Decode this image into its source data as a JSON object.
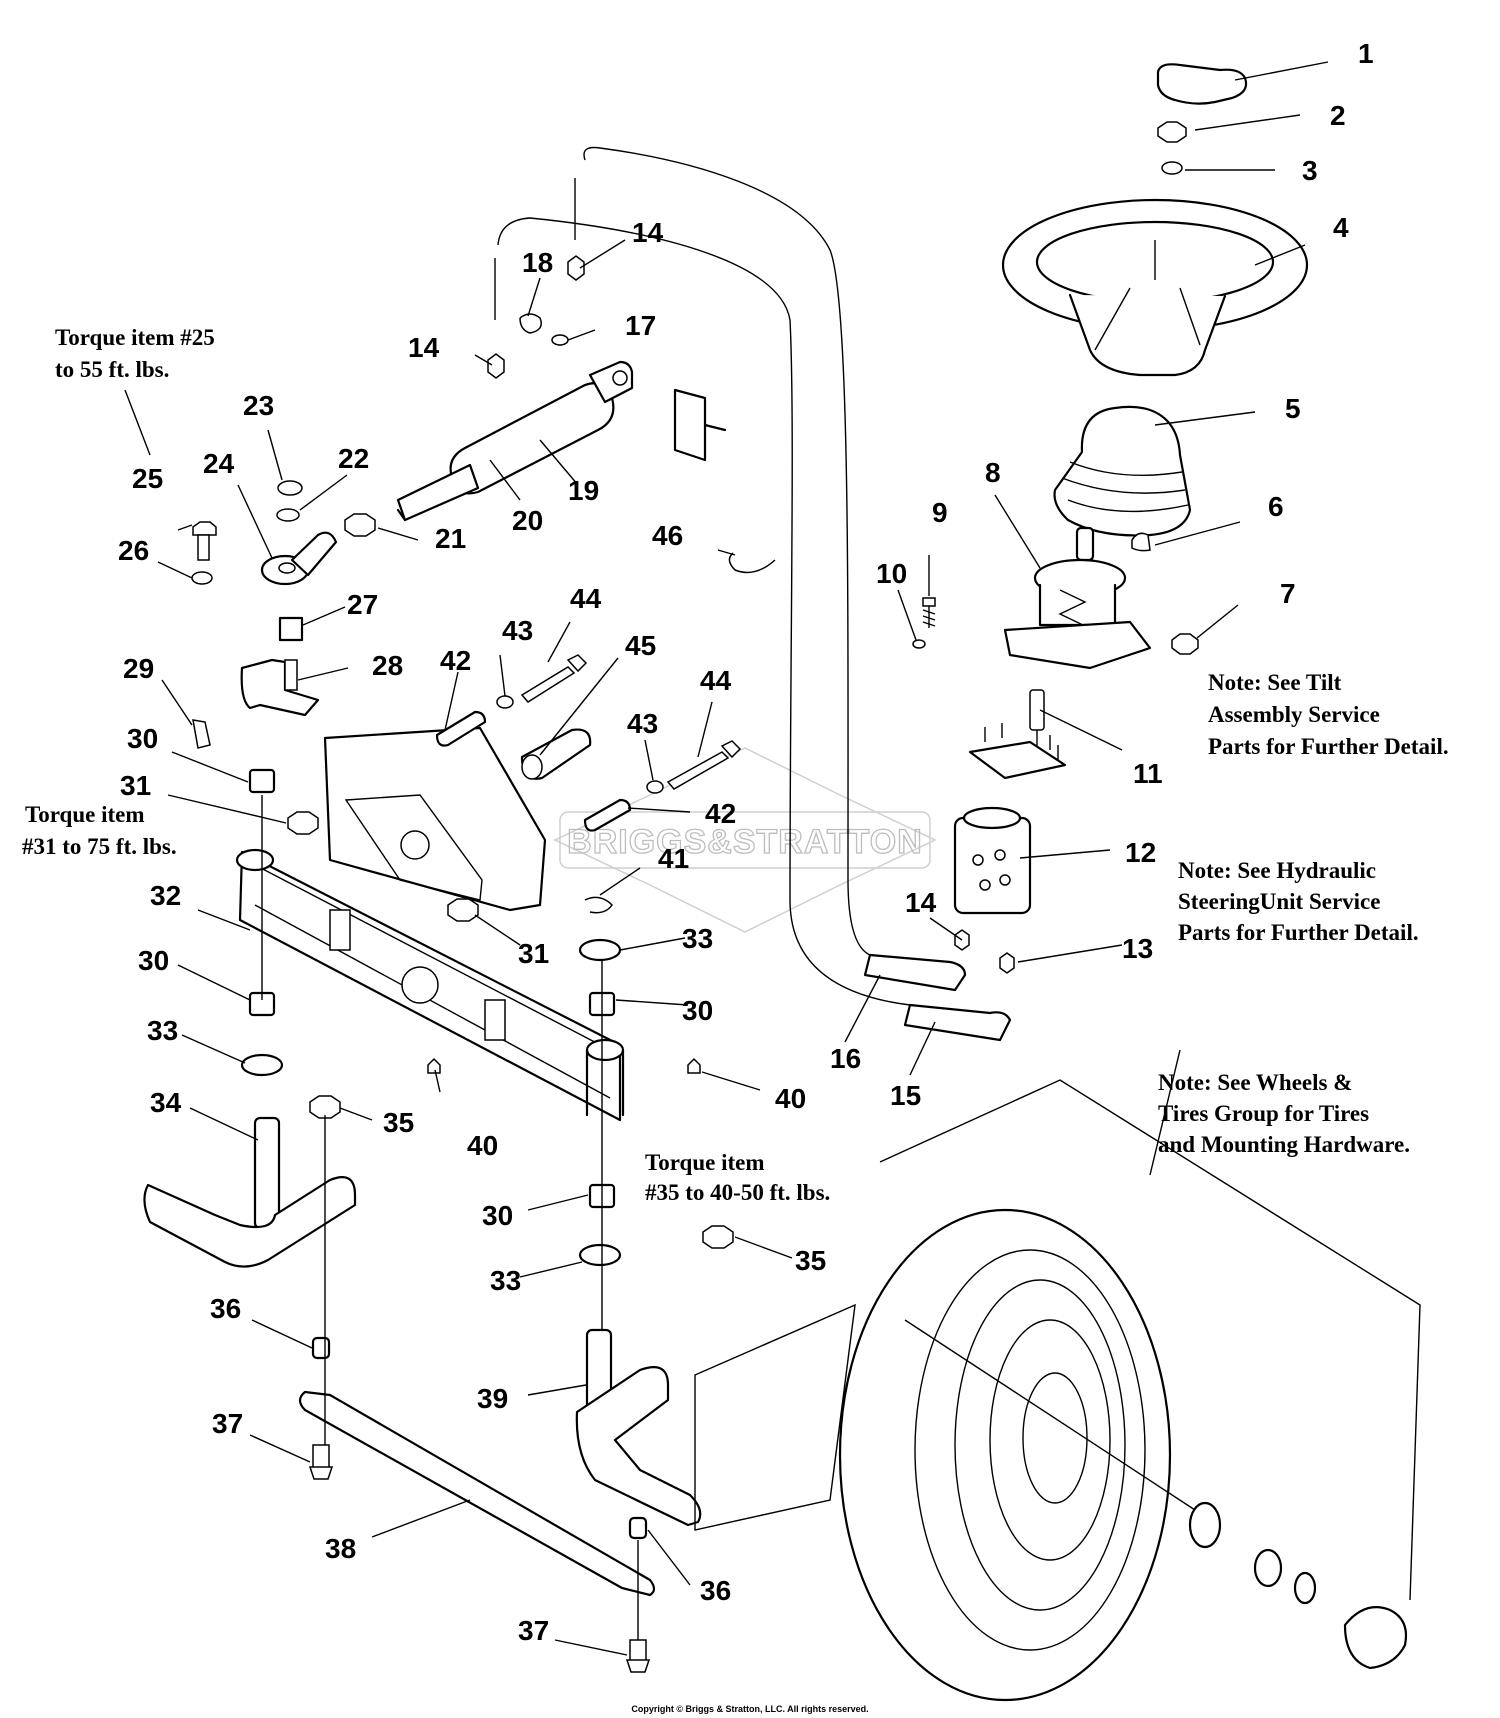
{
  "watermark": "BRIGGS&STRATTON",
  "copyright": "Copyright © Briggs & Stratton, LLC. All rights reserved.",
  "notes": {
    "torque25": [
      "Torque item #25",
      "to 55 ft. lbs."
    ],
    "torque31": [
      "Torque item",
      "#31 to 75 ft. lbs."
    ],
    "torque35": [
      "Torque item",
      "#35 to 40-50 ft. lbs."
    ],
    "tilt": [
      "Note: See Tilt",
      "Assembly Service",
      "Parts for Further Detail."
    ],
    "hydraulic": [
      "Note: See Hydraulic",
      "SteeringUnit Service",
      "Parts for Further Detail."
    ],
    "wheels": [
      "Note: See Wheels &",
      "Tires Group for Tires",
      "and Mounting Hardware."
    ]
  },
  "callouts": [
    "1",
    "2",
    "3",
    "4",
    "5",
    "6",
    "7",
    "8",
    "9",
    "10",
    "11",
    "12",
    "13",
    "14",
    "14",
    "14",
    "14",
    "15",
    "16",
    "17",
    "18",
    "19",
    "20",
    "21",
    "22",
    "23",
    "24",
    "25",
    "26",
    "27",
    "28",
    "29",
    "30",
    "30",
    "30",
    "30",
    "31",
    "31",
    "32",
    "33",
    "33",
    "33",
    "34",
    "35",
    "35",
    "36",
    "36",
    "37",
    "37",
    "38",
    "39",
    "40",
    "40",
    "41",
    "42",
    "42",
    "43",
    "43",
    "44",
    "44",
    "45",
    "46"
  ]
}
